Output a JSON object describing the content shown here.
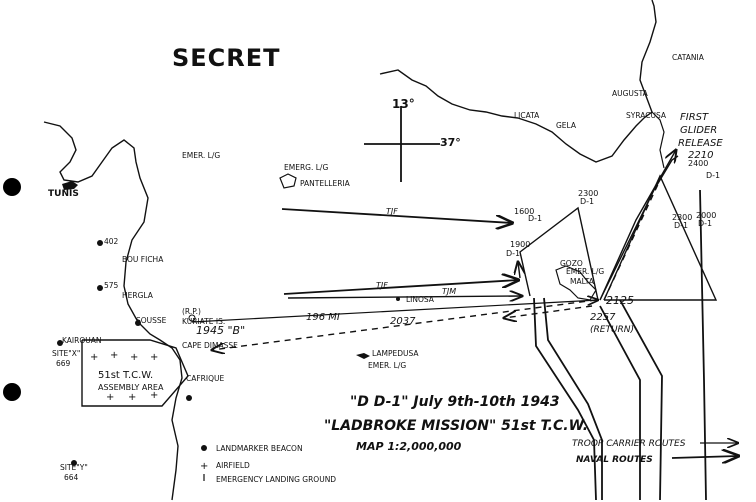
{
  "classification": "SECRET",
  "compass": {
    "north": "13°",
    "east": "37°"
  },
  "places": {
    "tunis": "TUNIS",
    "emer_tunis": "EMER. L/G",
    "site_402": "402",
    "bou_ficha": "BOU FICHA",
    "site_575": "575",
    "hergla": "HERGLA",
    "sousse": "SOUSSE",
    "kairouan": "KAIROUAN",
    "site_x": "SITE\"X\"",
    "site_x_num": "669",
    "cape_dimasse": "CAPE DIMASSE",
    "cafrique": "CAFRIQUE",
    "assembly_a": "51st T.C.W.",
    "assembly_b": "ASSEMBLY AREA",
    "site_y": "SITE\"Y\"",
    "site_y_num": "664",
    "pantelleria_emer": "EMERG. L/G",
    "pantelleria": "PANTELLERIA",
    "licata": "LICATA",
    "gela": "GELA",
    "catania": "CATANIA",
    "augusta": "AUGUSTA",
    "syracuse": "SYRACUSA",
    "linosa": "LINOSA",
    "lampedusa": "LAMPEDUSA",
    "lampedusa_emer": "EMER. L/G",
    "malta_code": "GOZO",
    "malta_emer": "EMER. L/G",
    "malta": "MALTA",
    "rp": "(R.P.)",
    "kuriate": "KURIATE IS."
  },
  "routes": {
    "tjf_1": "TJF",
    "tjf_2": "TJF",
    "tjm": "TJM",
    "distance": "196 MI",
    "time_1945": "1945 \"B\"",
    "time_2037": "2037",
    "time_1900": "1900",
    "time_1900_d": "D-1",
    "time_1600": "1600",
    "time_1600_d": "D-1",
    "time_2300a": "2300",
    "time_2300a_d": "D-1",
    "time_2300b": "2300",
    "time_2300b_d": "D-1",
    "time_2000": "2000",
    "time_2000_d": "D-1",
    "time_2400": "2400",
    "time_2400_d": "D-1",
    "time_2125": "2125",
    "time_2257": "2257",
    "return": "(RETURN)",
    "glider_1": "FIRST",
    "glider_2": "GLIDER",
    "glider_3": "RELEASE",
    "glider_4": "2210"
  },
  "title": {
    "line1": "\"D D-1\" July 9th-10th 1943",
    "line2": "\"LADBROKE MISSION\" 51st T.C.W.",
    "line3": "MAP 1:2,000,000"
  },
  "legend": {
    "troop": "TROOP CARRIER ROUTES",
    "naval": "NAVAL ROUTES",
    "beacon": "LANDMARKER BEACON",
    "airfield": "AIRFIELD",
    "elg": "EMERGENCY LANDING GROUND"
  }
}
